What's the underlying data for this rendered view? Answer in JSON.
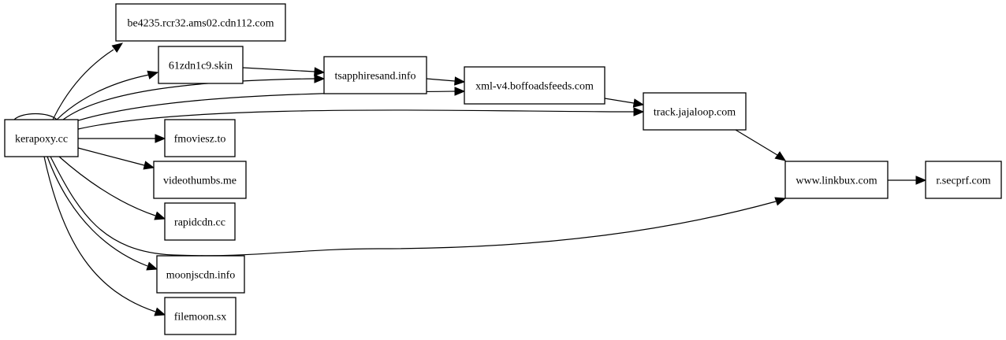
{
  "nodes": [
    {
      "id": "kerapoxy",
      "label": "kerapoxy.cc"
    },
    {
      "id": "be4235",
      "label": "be4235.rcr32.ams02.cdn112.com"
    },
    {
      "id": "61zdn",
      "label": "61zdn1c9.skin"
    },
    {
      "id": "tsapphire",
      "label": "tsapphiresand.info"
    },
    {
      "id": "xmlv4",
      "label": "xml-v4.boffoadsfeeds.com"
    },
    {
      "id": "track",
      "label": "track.jajaloop.com"
    },
    {
      "id": "fmoviesz",
      "label": "fmoviesz.to"
    },
    {
      "id": "videothumbs",
      "label": "videothumbs.me"
    },
    {
      "id": "rapidcdn",
      "label": "rapidcdn.cc"
    },
    {
      "id": "moonjscdn",
      "label": "moonjscdn.info"
    },
    {
      "id": "filemoon",
      "label": "filemoon.sx"
    },
    {
      "id": "linkbux",
      "label": "www.linkbux.com"
    },
    {
      "id": "secprf",
      "label": "r.secprf.com"
    }
  ],
  "edges": [
    {
      "from": "kerapoxy",
      "to": "kerapoxy"
    },
    {
      "from": "kerapoxy",
      "to": "be4235"
    },
    {
      "from": "kerapoxy",
      "to": "61zdn"
    },
    {
      "from": "kerapoxy",
      "to": "tsapphire"
    },
    {
      "from": "kerapoxy",
      "to": "xmlv4"
    },
    {
      "from": "kerapoxy",
      "to": "track"
    },
    {
      "from": "kerapoxy",
      "to": "fmoviesz"
    },
    {
      "from": "kerapoxy",
      "to": "videothumbs"
    },
    {
      "from": "kerapoxy",
      "to": "rapidcdn"
    },
    {
      "from": "kerapoxy",
      "to": "linkbux"
    },
    {
      "from": "kerapoxy",
      "to": "moonjscdn"
    },
    {
      "from": "kerapoxy",
      "to": "filemoon"
    },
    {
      "from": "61zdn",
      "to": "tsapphire"
    },
    {
      "from": "tsapphire",
      "to": "xmlv4"
    },
    {
      "from": "xmlv4",
      "to": "track"
    },
    {
      "from": "track",
      "to": "linkbux"
    },
    {
      "from": "linkbux",
      "to": "secprf"
    }
  ]
}
